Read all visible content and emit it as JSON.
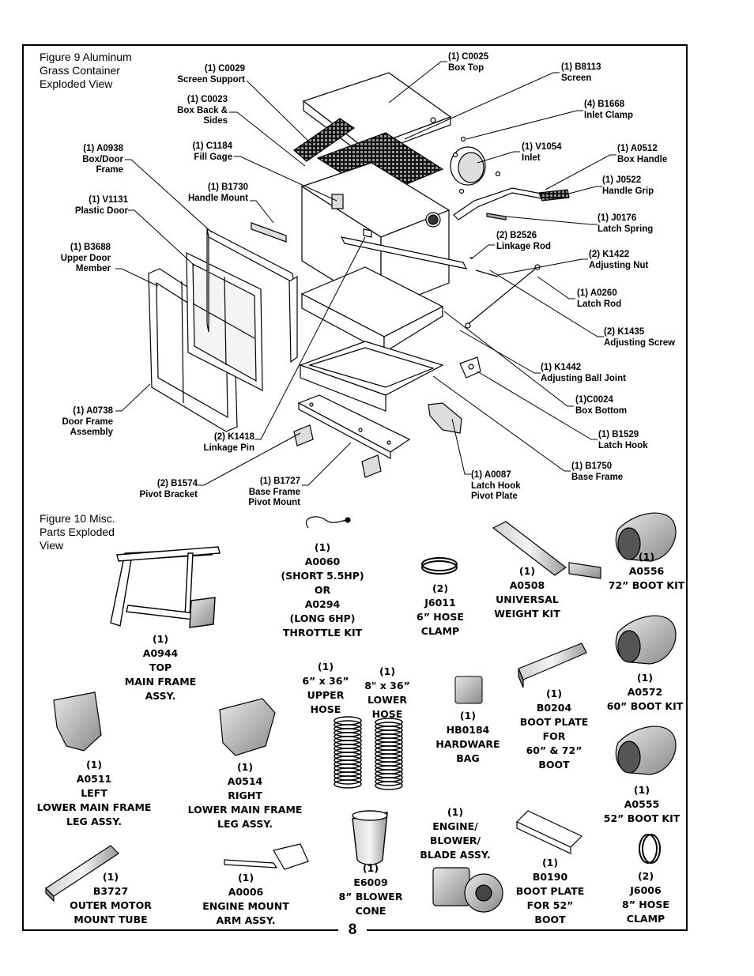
{
  "figure9": {
    "caption": [
      "Figure 9  Aluminum",
      "Grass Container",
      "Exploded View"
    ],
    "callouts": [
      {
        "key": "c0029",
        "lines": [
          "(1) C0029",
          "Screen Support"
        ]
      },
      {
        "key": "c0023",
        "lines": [
          "(1) C0023",
          "Box Back &",
          "Sides"
        ]
      },
      {
        "key": "a0938",
        "lines": [
          "(1) A0938",
          "Box/Door",
          "Frame"
        ]
      },
      {
        "key": "c1184",
        "lines": [
          "(1) C1184",
          "Fill Gage"
        ]
      },
      {
        "key": "b1730",
        "lines": [
          "(1) B1730",
          "Handle Mount"
        ]
      },
      {
        "key": "v1131",
        "lines": [
          "(1) V1131",
          "Plastic Door"
        ]
      },
      {
        "key": "b3688",
        "lines": [
          "(1) B3688",
          "Upper Door",
          "Member"
        ]
      },
      {
        "key": "a0738",
        "lines": [
          "(1) A0738",
          "Door Frame",
          "Assembly"
        ]
      },
      {
        "key": "k1418",
        "lines": [
          "(2) K1418",
          "Linkage Pin"
        ]
      },
      {
        "key": "b1574",
        "lines": [
          "(2) B1574",
          "Pivot Bracket"
        ]
      },
      {
        "key": "b1727",
        "lines": [
          "(1) B1727",
          "Base Frame",
          "Pivot Mount"
        ]
      },
      {
        "key": "a0087",
        "lines": [
          "(1) A0087",
          "Latch Hook",
          "Pivot Plate"
        ]
      },
      {
        "key": "c0025",
        "lines": [
          "(1) C0025",
          "Box Top"
        ]
      },
      {
        "key": "b8113",
        "lines": [
          "(1) B8113",
          "Screen"
        ]
      },
      {
        "key": "b1668",
        "lines": [
          "(4) B1668",
          "Inlet Clamp"
        ]
      },
      {
        "key": "v1054",
        "lines": [
          "(1) V1054",
          "Inlet"
        ]
      },
      {
        "key": "a0512",
        "lines": [
          "(1) A0512",
          "Box Handle"
        ]
      },
      {
        "key": "j0522",
        "lines": [
          "(1) J0522",
          "Handle Grip"
        ]
      },
      {
        "key": "j0176",
        "lines": [
          "(1) J0176",
          "Latch Spring"
        ]
      },
      {
        "key": "b2526",
        "lines": [
          "(2) B2526",
          "Linkage Rod"
        ]
      },
      {
        "key": "k1422",
        "lines": [
          "(2) K1422",
          "Adjusting Nut"
        ]
      },
      {
        "key": "a0260",
        "lines": [
          "(1) A0260",
          "Latch Rod"
        ]
      },
      {
        "key": "k1435",
        "lines": [
          "(2) K1435",
          "Adjusting Screw"
        ]
      },
      {
        "key": "k1442",
        "lines": [
          "(1) K1442",
          "Adjusting Ball Joint"
        ]
      },
      {
        "key": "c0024",
        "lines": [
          "(1)C0024",
          "Box Bottom"
        ]
      },
      {
        "key": "b1529",
        "lines": [
          "(1) B1529",
          "Latch Hook"
        ]
      },
      {
        "key": "b1750",
        "lines": [
          "(1) B1750",
          "Base Frame"
        ]
      }
    ]
  },
  "figure10": {
    "caption": [
      "Figure 10  Misc.",
      "Parts Exploded",
      "View"
    ],
    "parts": [
      {
        "key": "a0060",
        "lines": [
          "(1)",
          "A0060",
          "(SHORT 5.5HP)",
          "OR",
          "A0294",
          "(LONG 6HP)",
          "THROTTLE KIT"
        ]
      },
      {
        "key": "j6011",
        "lines": [
          "(2)",
          "J6011",
          "6” HOSE",
          "CLAMP"
        ]
      },
      {
        "key": "a0508",
        "lines": [
          "(1)",
          "A0508",
          "UNIVERSAL",
          "WEIGHT KIT"
        ]
      },
      {
        "key": "a0556",
        "lines": [
          "(1)",
          "A0556",
          "72” BOOT KIT"
        ]
      },
      {
        "key": "a0944",
        "lines": [
          "(1)",
          "A0944",
          "TOP",
          "MAIN FRAME",
          "ASSY."
        ]
      },
      {
        "key": "upper_hose",
        "lines": [
          "(1)",
          "6” x 36”",
          "UPPER",
          "HOSE"
        ]
      },
      {
        "key": "lower_hose",
        "lines": [
          "(1)",
          "8\" x 36”",
          "LOWER",
          "HOSE"
        ]
      },
      {
        "key": "hb0184",
        "lines": [
          "(1)",
          "HB0184",
          "HARDWARE",
          "BAG"
        ]
      },
      {
        "key": "b0204",
        "lines": [
          "(1)",
          "B0204",
          "BOOT PLATE",
          "FOR",
          "60” & 72”",
          "BOOT"
        ]
      },
      {
        "key": "a0572",
        "lines": [
          "(1)",
          "A0572",
          "60” BOOT KIT"
        ]
      },
      {
        "key": "a0511",
        "lines": [
          "(1)",
          "A0511",
          "LEFT",
          "LOWER MAIN FRAME",
          "LEG ASSY."
        ]
      },
      {
        "key": "a0514",
        "lines": [
          "(1)",
          "A0514",
          "RIGHT",
          "LOWER MAIN FRAME",
          "LEG ASSY."
        ]
      },
      {
        "key": "a0555",
        "lines": [
          "(1)",
          "A0555",
          "52” BOOT KIT"
        ]
      },
      {
        "key": "engine",
        "lines": [
          "(1)",
          "ENGINE/",
          "BLOWER/",
          "BLADE ASSY."
        ]
      },
      {
        "key": "e6009",
        "lines": [
          "(1)",
          "E6009",
          "8” BLOWER",
          "CONE"
        ]
      },
      {
        "key": "b3727",
        "lines": [
          "(1)",
          "B3727",
          "OUTER MOTOR",
          "MOUNT TUBE"
        ]
      },
      {
        "key": "a0006",
        "lines": [
          "(1)",
          "A0006",
          "ENGINE MOUNT",
          "ARM ASSY."
        ]
      },
      {
        "key": "b0190",
        "lines": [
          "(1)",
          "B0190",
          "BOOT PLATE",
          "FOR 52”",
          "BOOT"
        ]
      },
      {
        "key": "j6006",
        "lines": [
          "(2)",
          "J6006",
          "8” HOSE",
          "CLAMP"
        ]
      }
    ]
  },
  "page_number": "8"
}
